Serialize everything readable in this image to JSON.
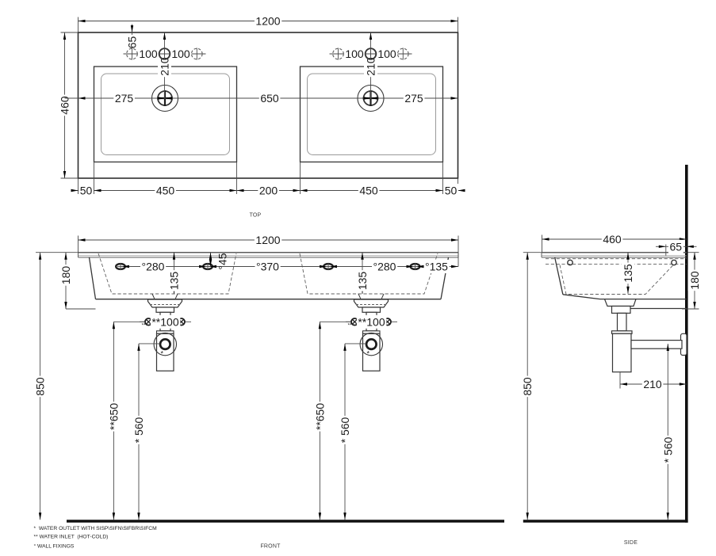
{
  "document": {
    "type": "technical-drawing",
    "subject": "double washbasin with wall fixings and siphon, dimensioned orthographic views",
    "units": "mm",
    "background": "#ffffff",
    "line_color": "#3a3a3a",
    "text_color": "#1a1a1a"
  },
  "views": {
    "top": {
      "label": "TOP",
      "dims": {
        "overall_width": "1200",
        "overall_depth": "460",
        "tap_offset_back": "65",
        "drain_offset_back": "210",
        "tap_spacing": "100",
        "drain_edge_offset": "275",
        "drain_spacing": "650",
        "side_margin": "50",
        "bowl_width": "450",
        "bowl_gap": "200"
      }
    },
    "front": {
      "label": "FRONT",
      "dims": {
        "overall_width": "1200",
        "height_floor_to_top": "850",
        "basin_height": "180",
        "fixing_spacing": "°280",
        "fixing_top_offset": "°45",
        "bowl_depth": "135",
        "fixing_center_gap": "°370",
        "fixing_edge_offset": "°135",
        "inlet_spacing": "**100",
        "inlet_height": "**650",
        "outlet_height": "* 560",
        "outlet_marker": "*",
        "inlet_marker": "**"
      }
    },
    "side": {
      "label": "SIDE",
      "dims": {
        "overall_depth": "460",
        "tap_wall_offset": "65",
        "basin_height": "180",
        "bowl_depth": "135",
        "height_floor_to_top": "850",
        "trap_wall_distance": "210",
        "outlet_height": "* 560"
      }
    }
  },
  "notes": [
    {
      "text": "*  WATER OUTLET WITH SISP\\SIFN\\SIFBR\\SIFCM"
    },
    {
      "text": "** WATER INLET  (HOT-COLD)"
    },
    {
      "text": "° WALL FIXINGS"
    }
  ]
}
